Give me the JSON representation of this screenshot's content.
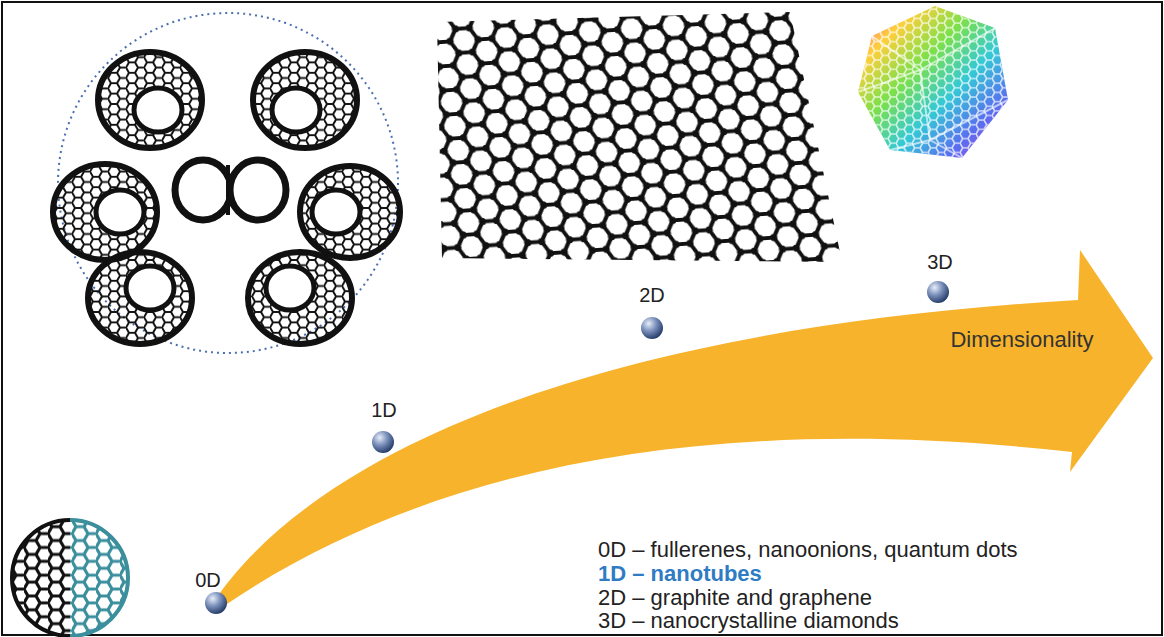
{
  "diagram": {
    "labels": [
      "0D",
      "1D",
      "2D",
      "3D",
      "Dimensionality",
      "0D – fullerenes, nanoonions, quantum dots",
      "1D – nanotubes",
      "2D – graphite and graphene",
      "3D – nanocrystalline diamonds"
    ]
  }
}
